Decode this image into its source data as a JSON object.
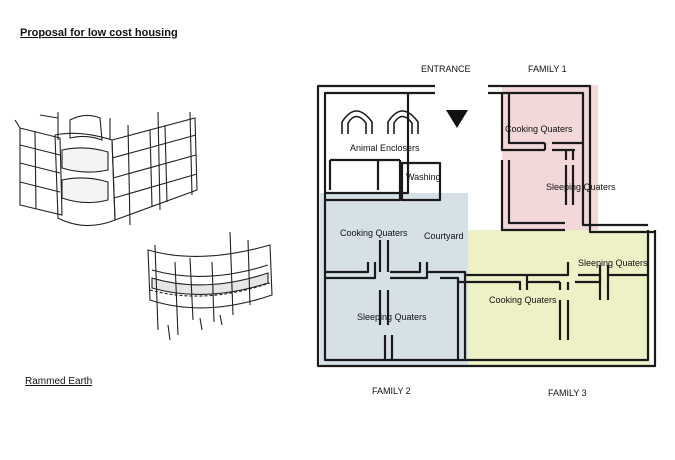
{
  "title": "Proposal for low cost housing",
  "caption": "Rammed Earth",
  "labels": {
    "entrance": "ENTRANCE",
    "family1": "FAMILY 1",
    "family2": "FAMILY 2",
    "family3": "FAMILY 3"
  },
  "rooms": {
    "animal_enclosers": "Animal Enclosers",
    "washing": "Washing",
    "courtyard": "Courtyard",
    "f1_cooking": "Cooking Quaters",
    "f1_sleeping": "Sleeping Quaters",
    "f2_cooking": "Cooking Quaters",
    "f2_sleeping": "Sleeping Quaters",
    "f3_cooking": "Cooking Quaters",
    "f3_sleeping": "Sleeping Quaters"
  },
  "colors": {
    "family1_zone": "#f2d4d6",
    "family2_zone": "#d2dde4",
    "family3_zone": "#ecefc0",
    "wall": "#1a1a1a"
  }
}
